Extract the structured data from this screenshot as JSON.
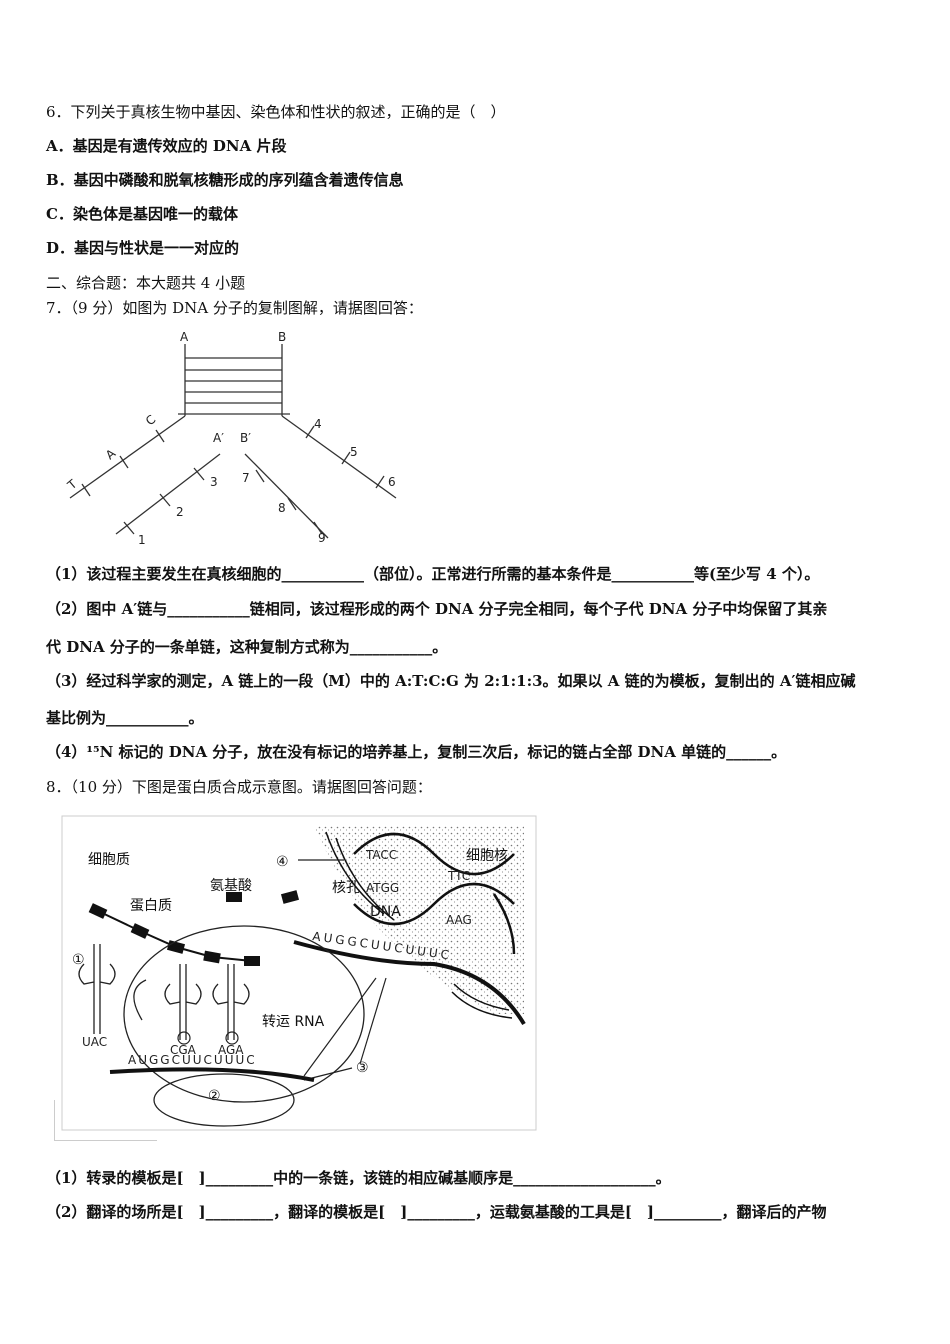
{
  "q6": {
    "stem": "6．下列关于真核生物中基因、染色体和性状的叙述，正确的是（　）",
    "options": [
      "A．基因是有遗传效应的 DNA 片段",
      "B．基因中磷酸和脱氧核糖形成的序列蕴含着遗传信息",
      "C．染色体是基因唯一的载体",
      "D．基因与性状是一一对应的"
    ]
  },
  "section2": "二、综合题：本大题共 4 小题",
  "q7": {
    "stem": "7．（9 分）如图为 DNA 分子的复制图解，请据图回答：",
    "figure_labels": {
      "A": "A",
      "B": "B",
      "A_prime": "A′",
      "B_prime": "B′",
      "n1": "1",
      "n2": "2",
      "n3": "3",
      "n4": "4",
      "n5": "5",
      "n6": "6",
      "n7": "7",
      "n8": "8",
      "n9": "9"
    },
    "sub1": "（1）该过程主要发生在真核细胞的___________（部位）。正常进行所需的基本条件是___________等(至少写 4 个）。",
    "sub2a": "（2）图中 A′链与___________链相同，该过程形成的两个 DNA 分子完全相同，每个子代 DNA 分子中均保留了其亲",
    "sub2b": "代 DNA 分子的一条单链，这种复制方式称为___________。",
    "sub3a": "（3）经过科学家的测定，A 链上的一段（M）中的 A:T:C:G 为 2:1:1:3。如果以 A 链的为模板，复制出的 A′链相应碱",
    "sub3b": "基比例为___________。",
    "sub4": "（4）¹⁵N 标记的 DNA 分子，放在没有标记的培养基上，复制三次后，标记的链占全部 DNA 单链的______。"
  },
  "q8": {
    "stem": "8．（10 分）下图是蛋白质合成示意图。请据图回答问题：",
    "figure_labels": {
      "cytoplasm": "细胞质",
      "nucleus": "细胞核",
      "amino_acid": "氨基酸",
      "protein": "蛋白质",
      "nuclear_pore": "核孔",
      "dna": "DNA",
      "trna": "转运 RNA",
      "c1": "①",
      "c2": "②",
      "c3": "③",
      "c4": "④",
      "anticodon1": "UAC",
      "anticodon2": "CGA",
      "anticodon3": "AGA",
      "mrna_bottom": "AUGGCUUCUUUC",
      "mrna_top": "AUGGCUUCUUUC",
      "dna_bases1": "TACC",
      "dna_bases2": "ATGG",
      "dna_bases3": "TTC",
      "dna_bases4": "AAG"
    },
    "sub1": "（1）转录的模板是[　]_________中的一条链，该链的相应碱基顺序是___________________。",
    "sub2": "（2）翻译的场所是[　]_________，翻译的模板是[　]_________，运载氨基酸的工具是[　]_________，翻译后的产物"
  }
}
